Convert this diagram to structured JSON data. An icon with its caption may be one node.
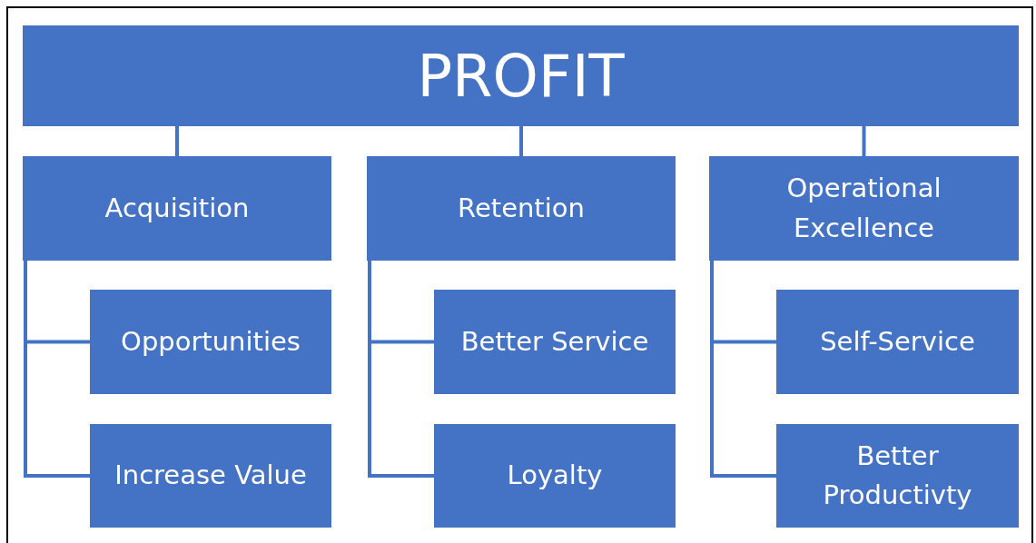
{
  "diagram": {
    "nodes": [
      {
        "text": [
          "PROFIT"
        ]
      },
      {
        "text": [
          "Acquisition"
        ]
      },
      {
        "text": [
          "Retention"
        ]
      },
      {
        "text": [
          "Operational Excellence"
        ]
      },
      {
        "text": [
          "Opportunities"
        ]
      },
      {
        "text": [
          "Increase Value"
        ]
      },
      {
        "text": [
          "Better Service"
        ]
      },
      {
        "text": [
          "Loyalty"
        ]
      },
      {
        "text": [
          "Self-Service"
        ]
      },
      {
        "text": [
          "Better Productivty"
        ]
      }
    ],
    "edges": [
      {
        "from": 0,
        "to": 1,
        "arrow": "none"
      },
      {
        "from": 0,
        "to": 2,
        "arrow": "none"
      },
      {
        "from": 0,
        "to": 3,
        "arrow": "none"
      },
      {
        "from": 1,
        "to": 4,
        "arrow": "none"
      },
      {
        "from": 1,
        "to": 5,
        "arrow": "none"
      },
      {
        "from": 2,
        "to": 6,
        "arrow": "none"
      },
      {
        "from": 2,
        "to": 7,
        "arrow": "none"
      },
      {
        "from": 3,
        "to": 8,
        "arrow": "none"
      },
      {
        "from": 3,
        "to": 9,
        "arrow": "none"
      }
    ]
  }
}
